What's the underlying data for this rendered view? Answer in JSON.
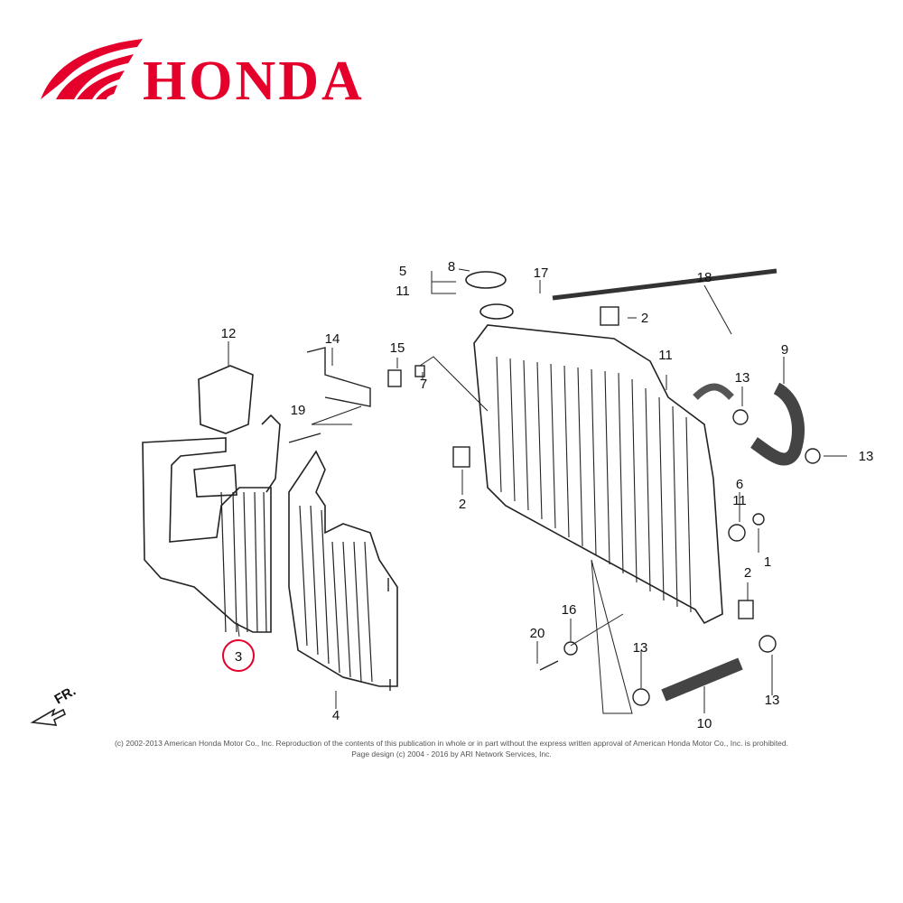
{
  "brand": {
    "name": "HONDA",
    "color": "#e4002b"
  },
  "callouts": [
    {
      "id": "8",
      "label": "8"
    },
    {
      "id": "5",
      "label": "5"
    },
    {
      "id": "11a",
      "label": "11"
    },
    {
      "id": "17",
      "label": "17"
    },
    {
      "id": "18",
      "label": "18"
    },
    {
      "id": "2a",
      "label": "2"
    },
    {
      "id": "12",
      "label": "12"
    },
    {
      "id": "14",
      "label": "14"
    },
    {
      "id": "15",
      "label": "15"
    },
    {
      "id": "11b",
      "label": "11"
    },
    {
      "id": "9",
      "label": "9"
    },
    {
      "id": "7",
      "label": "7"
    },
    {
      "id": "13a",
      "label": "13"
    },
    {
      "id": "19",
      "label": "19"
    },
    {
      "id": "13b",
      "label": "13"
    },
    {
      "id": "2b",
      "label": "2"
    },
    {
      "id": "6",
      "label": "6"
    },
    {
      "id": "11c",
      "label": "11"
    },
    {
      "id": "1",
      "label": "1"
    },
    {
      "id": "2c",
      "label": "2"
    },
    {
      "id": "16",
      "label": "16"
    },
    {
      "id": "20",
      "label": "20"
    },
    {
      "id": "13c",
      "label": "13"
    },
    {
      "id": "3",
      "label": "3"
    },
    {
      "id": "4",
      "label": "4"
    },
    {
      "id": "10",
      "label": "10"
    },
    {
      "id": "13d",
      "label": "13"
    }
  ],
  "highlight": {
    "part": "3",
    "color": "#e4002b"
  },
  "direction_label": "FR.",
  "copyright": {
    "line1": "(c) 2002-2013 American Honda Motor Co., Inc. Reproduction of the contents of this publication in whole or in part without the express written approval of American Honda Motor Co., Inc. is prohibited.",
    "line2": "Page design (c) 2004 - 2016 by ARI Network Services, Inc."
  }
}
